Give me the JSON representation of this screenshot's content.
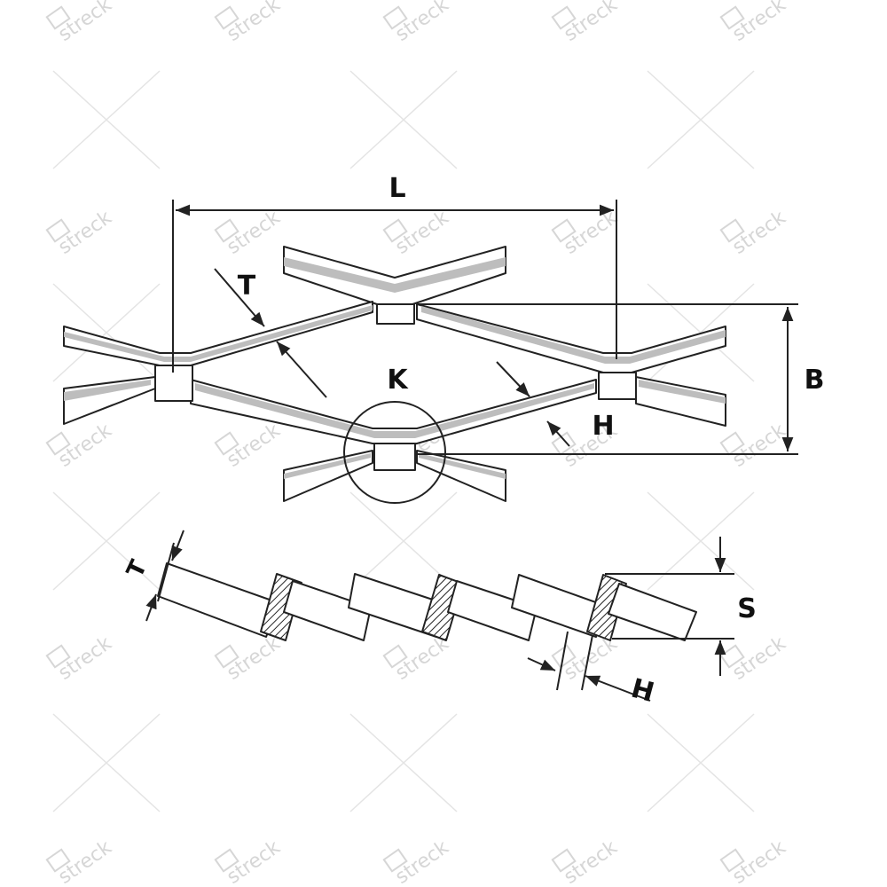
{
  "diagram": {
    "labels": {
      "L": "L",
      "B": "B",
      "T_top": "T",
      "K": "K",
      "H_top": "H",
      "T_side": "T",
      "S": "S",
      "H_side": "H"
    },
    "watermark_text": "streck",
    "colors": {
      "stroke": "#222222",
      "strand_shade": "#bdbdbd",
      "watermark": "#d6d6d6"
    }
  }
}
